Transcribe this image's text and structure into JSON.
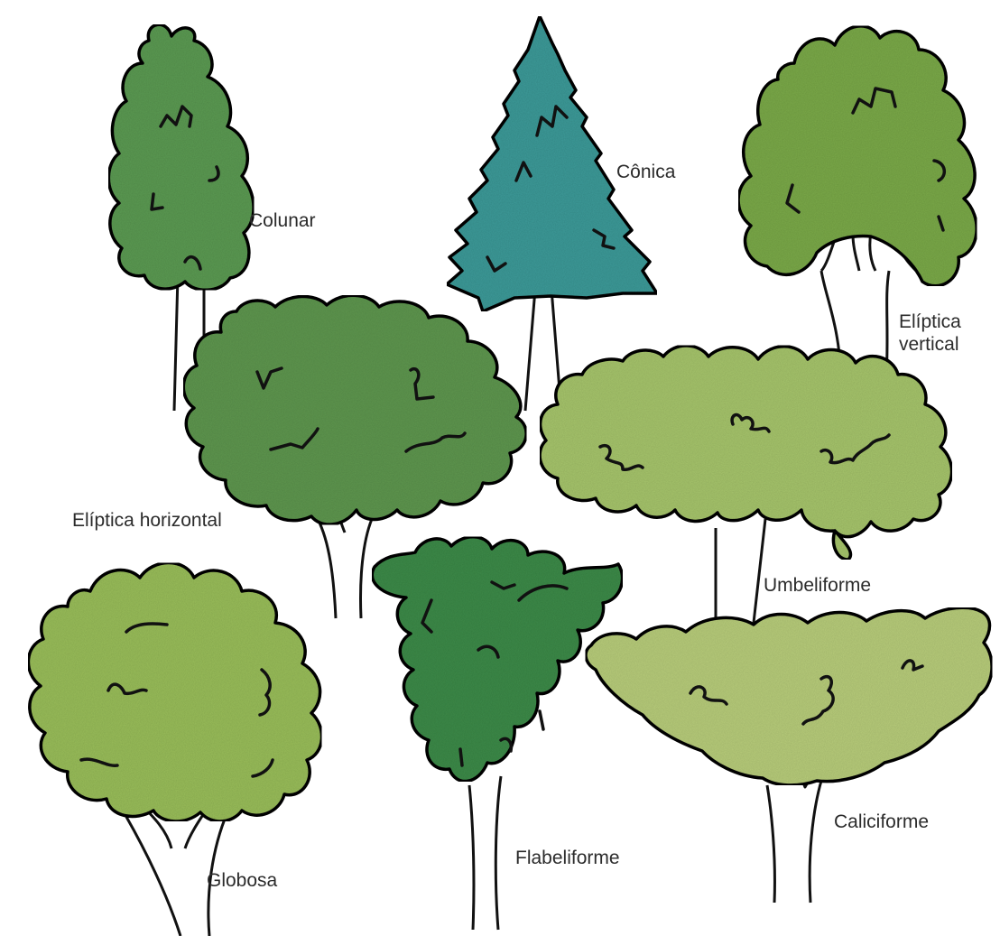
{
  "labels": {
    "colunar": "Colunar",
    "conica": "Cônica",
    "eliptica_vertical": "Elíptica vertical",
    "eliptica_horizontal": "Elíptica horizontal",
    "umbeliforme": "Umbeliforme",
    "globosa": "Globosa",
    "flabeliforme": "Flabeliforme",
    "caliciforme": "Caliciforme"
  },
  "colors": {
    "background": "#ffffff",
    "outline": "#111111",
    "colunar": "#5c9a52",
    "conica": "#3d9a98",
    "eliptica_vertical": "#7aa94a",
    "eliptica_horizontal": "#5f9650",
    "umbeliforme": "#a6c46c",
    "globosa": "#99bd5a",
    "flabeliforme": "#3e8a4a",
    "caliciforme": "#b7cc7a"
  }
}
